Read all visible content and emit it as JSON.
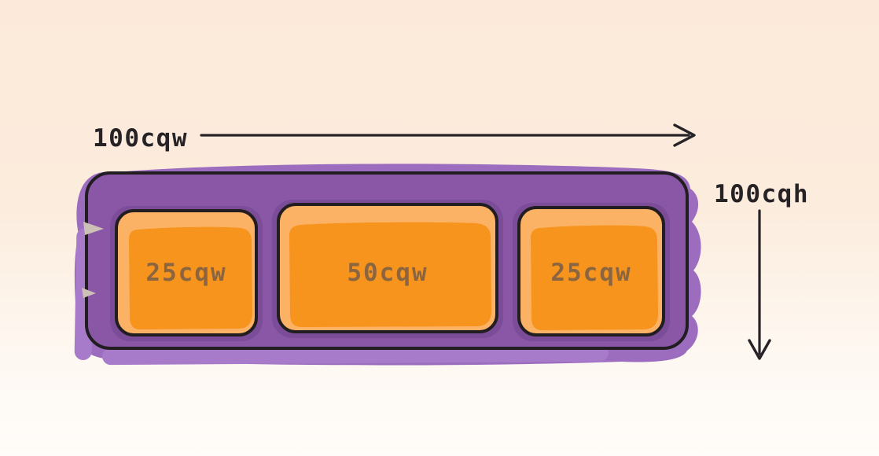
{
  "diagram": {
    "width_arrow_label": "100cqw",
    "height_arrow_label": "100cqh",
    "boxes": [
      {
        "label": "25cqw"
      },
      {
        "label": "50cqw"
      },
      {
        "label": "25cqw"
      }
    ],
    "colors": {
      "background_top": "#fce9d9",
      "background_bottom": "#fffcf9",
      "container_purple": "#8a57a6",
      "container_purple_light": "#9c6cbe",
      "container_purple_lighter": "#a77bca",
      "container_purple_dark": "#7b4c98",
      "box_orange": "#f6941d",
      "box_orange_light": "#fcb265",
      "outline_black": "#221d20",
      "box_label_brown": "#8a6540",
      "arrow_dark": "#262226",
      "paper_notch": "#cdc0b6"
    }
  }
}
